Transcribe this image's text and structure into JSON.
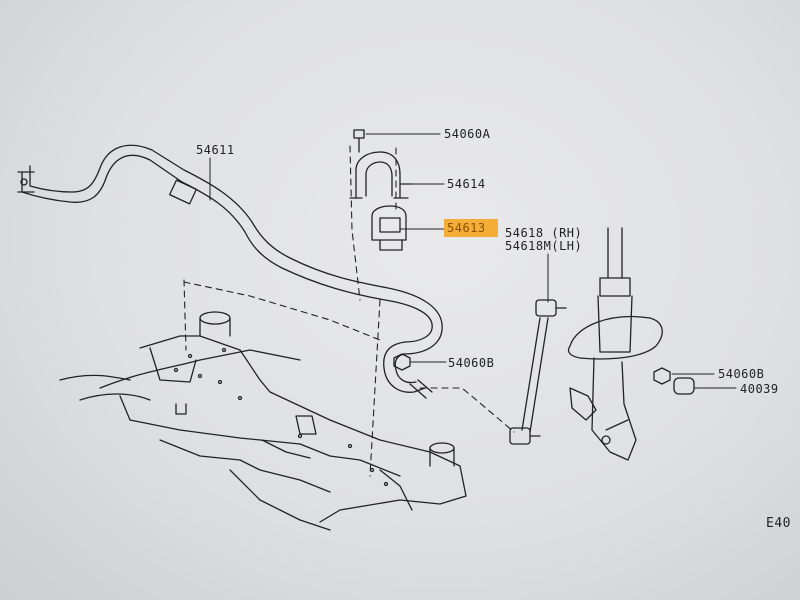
{
  "diagram": {
    "parts": {
      "stabilizer_bar": "54611",
      "bolt": "54060A",
      "clamp": "54614",
      "bushing": "54613",
      "link_rh": "54618 (RH)",
      "link_lh": "54618M(LH)",
      "nut_left": "54060B",
      "nut_right": "54060B",
      "cap": "40039"
    },
    "corner_code": "E40",
    "highlight_color": "#f5a623"
  }
}
